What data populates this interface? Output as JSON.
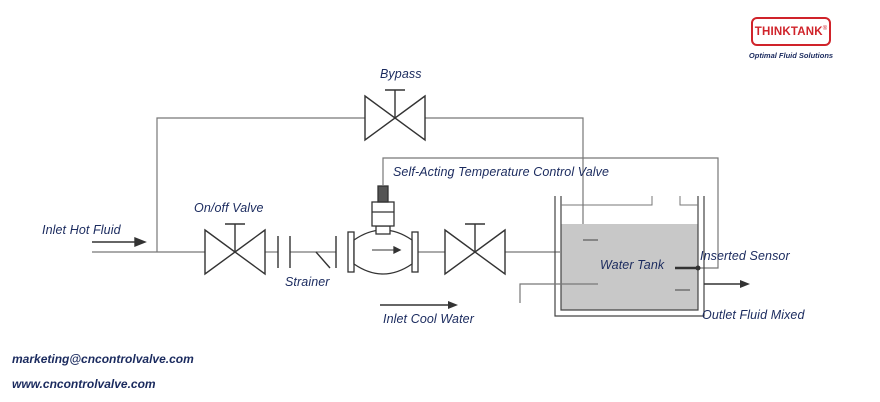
{
  "labels": {
    "bypass": "Bypass",
    "self_acting_valve": "Self-Acting Temperature Control Valve",
    "on_off_valve": "On/off Valve",
    "inlet_hot_fluid": "Inlet Hot Fluid",
    "strainer": "Strainer",
    "water_tank": "Water Tank",
    "inserted_sensor": "Inserted Sensor",
    "inlet_cool_water": "Inlet Cool Water",
    "outlet_fluid_mixed": "Outlet Fluid Mixed"
  },
  "contact": {
    "email": "marketing@cncontrolvalve.com",
    "website": "www.cncontrolvalve.com"
  },
  "logo": {
    "brand": "THINKTANK",
    "registered_mark": "®",
    "tagline": "Optimal Fluid Solutions"
  },
  "colors": {
    "line": "#444444",
    "thin_line": "#777777",
    "tank_fill": "#c8c8c8",
    "label_text": "#1a2a5e",
    "brand_red": "#d0232a"
  }
}
